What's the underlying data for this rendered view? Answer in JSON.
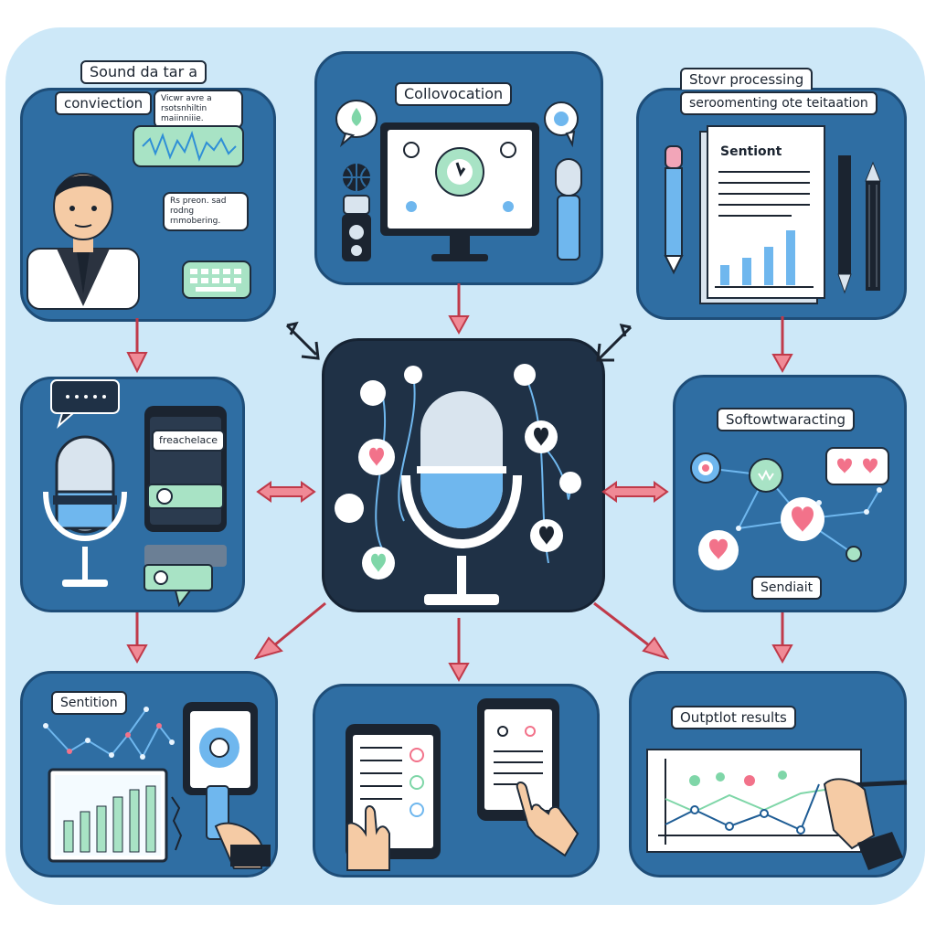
{
  "panels": {
    "top_left": {
      "title_line1": "Sound da tar a",
      "title_line2": "conviection",
      "bubble_1": "Vicwr avre a rsotsnhiltin maiinniiie.",
      "bubble_2": "Rs preon. sad rodng rnmobering."
    },
    "top_center": {
      "title": "Collovocation"
    },
    "top_right": {
      "title_line1": "Stovr processing",
      "title_line2": "seroomenting ote teitaation",
      "doc_title": "Sentiont"
    },
    "middle_left": {
      "bubble_label": "freachelace"
    },
    "middle_right": {
      "title": "Softowtwaracting",
      "bottom_label": "Sendiait"
    },
    "bottom_left": {
      "title": "Sentition"
    },
    "bottom_right": {
      "title": "Outptlot results"
    }
  },
  "colors": {
    "background": "#cde8f8",
    "panel": "#2f6ea3",
    "center_panel": "#1f3146",
    "arrow": "#f08a96",
    "accent_blue": "#6fb7ee",
    "accent_green": "#a8e3c5",
    "heart": "#f2728a"
  }
}
